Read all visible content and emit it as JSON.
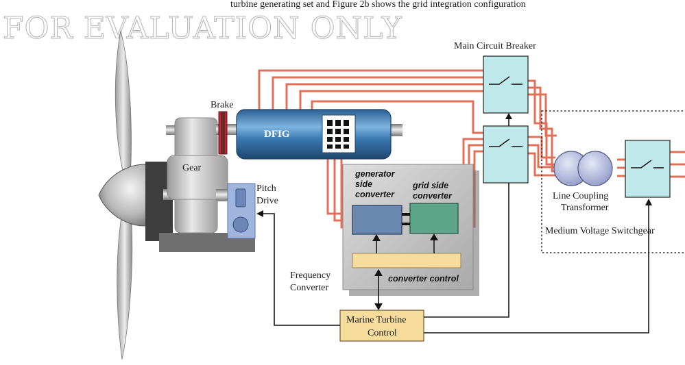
{
  "watermark": "FOR EVALUATION ONLY",
  "top_text": "turbine generating set and Figure 2b shows the grid integration configuration",
  "components": {
    "main_circuit_breaker": "Main Circuit Breaker",
    "brake": "Brake",
    "dfig": "DFIG",
    "gear": "Gear",
    "pitch_drive": [
      "Pitch",
      "Drive"
    ],
    "generator_side_converter": [
      "generator",
      "side",
      "converter"
    ],
    "grid_side_converter": [
      "grid side",
      "converter"
    ],
    "converter_control": "converter control",
    "frequency_converter": [
      "Frequency",
      "Converter"
    ],
    "line_coupling_transformer": [
      "Line Coupling",
      "Transformer"
    ],
    "medium_voltage_switchgear": "Medium Voltage Switchgear",
    "marine_turbine_control": [
      "Marine Turbine",
      "Control"
    ]
  },
  "colors": {
    "power_lines": "#e07058",
    "breaker_fill": "#bfe8ea",
    "gen_converter_fill": "#6a87b0",
    "grid_converter_fill": "#5fa58c",
    "control_fill": "#f6dc9c",
    "dfig_body": "#3a78b0"
  }
}
